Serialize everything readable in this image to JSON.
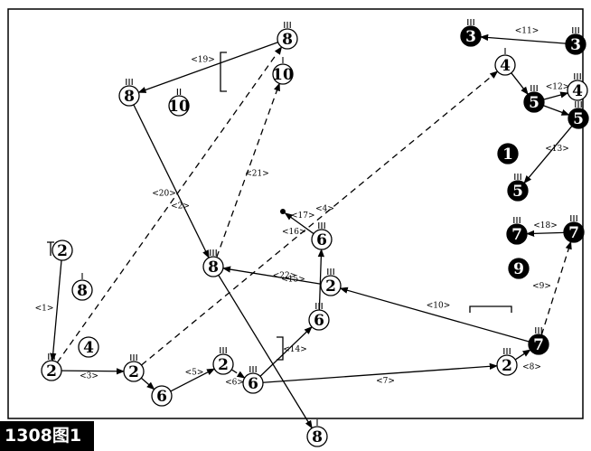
{
  "caption": "1308图1",
  "colors": {
    "ink": "#000000",
    "paper": "#ffffff"
  },
  "nodes": [
    {
      "id": "n8a",
      "label": "8",
      "filled": false,
      "ticks": 3
    },
    {
      "id": "n10a",
      "label": "10",
      "filled": false,
      "ticks": 2
    },
    {
      "id": "n8b",
      "label": "8",
      "filled": false,
      "ticks": 3
    },
    {
      "id": "n10b",
      "label": "10",
      "filled": false,
      "ticks": 1
    },
    {
      "id": "n3a",
      "label": "3",
      "filled": true,
      "ticks": 3
    },
    {
      "id": "n3b",
      "label": "3",
      "filled": true,
      "ticks": 3
    },
    {
      "id": "n4a",
      "label": "4",
      "filled": false,
      "ticks": 1
    },
    {
      "id": "n5a",
      "label": "5",
      "filled": true,
      "ticks": 3
    },
    {
      "id": "n4b",
      "label": "4",
      "filled": false,
      "ticks": 3
    },
    {
      "id": "n5b",
      "label": "5",
      "filled": true,
      "ticks": 3
    },
    {
      "id": "n1",
      "label": "1",
      "filled": true,
      "ticks": 0
    },
    {
      "id": "n5c",
      "label": "5",
      "filled": true,
      "ticks": 3
    },
    {
      "id": "n2a",
      "label": "2",
      "filled": false,
      "ticks": 0
    },
    {
      "id": "n8c",
      "label": "8",
      "filled": false,
      "ticks": 1
    },
    {
      "id": "n8d",
      "label": "8",
      "filled": false,
      "ticks": 3
    },
    {
      "id": "n6a",
      "label": "6",
      "filled": false,
      "ticks": 3
    },
    {
      "id": "n7a",
      "label": "7",
      "filled": true,
      "ticks": 3
    },
    {
      "id": "n7b",
      "label": "7",
      "filled": true,
      "ticks": 3
    },
    {
      "id": "n9",
      "label": "9",
      "filled": true,
      "ticks": 0
    },
    {
      "id": "n2b",
      "label": "2",
      "filled": false,
      "ticks": 3
    },
    {
      "id": "n6b",
      "label": "6",
      "filled": false,
      "ticks": 3
    },
    {
      "id": "n7c",
      "label": "7",
      "filled": true,
      "ticks": 3
    },
    {
      "id": "n2c",
      "label": "2",
      "filled": false,
      "ticks": 3
    },
    {
      "id": "n4c",
      "label": "4",
      "filled": false,
      "ticks": 0
    },
    {
      "id": "n2d",
      "label": "2",
      "filled": false,
      "ticks": 3
    },
    {
      "id": "n6c",
      "label": "6",
      "filled": false,
      "ticks": 0
    },
    {
      "id": "n2e",
      "label": "2",
      "filled": false,
      "ticks": 3
    },
    {
      "id": "n6d",
      "label": "6",
      "filled": false,
      "ticks": 3
    },
    {
      "id": "n2f",
      "label": "2",
      "filled": false,
      "ticks": 3
    },
    {
      "id": "n8e",
      "label": "8",
      "filled": false,
      "ticks": 1
    }
  ],
  "edges": [
    {
      "from": "n8a",
      "to": "n8b",
      "label": "<19>",
      "dashed": false
    },
    {
      "from": "n8b",
      "to": "n8d",
      "label": "<20>",
      "dashed": false
    },
    {
      "from": "n3b",
      "to": "n3a",
      "label": "<11>",
      "dashed": false
    },
    {
      "from": "n4a",
      "to": "n5a",
      "label": "",
      "dashed": false
    },
    {
      "from": "n5a",
      "to": "n4b",
      "label": "<12>",
      "dashed": false
    },
    {
      "from": "n5a",
      "to": "n5b",
      "label": "",
      "dashed": false
    },
    {
      "from": "n5b",
      "to": "n5c",
      "label": "<13>",
      "dashed": false
    },
    {
      "from": "n2a",
      "to": "n2c",
      "label": "<1>",
      "dashed": false
    },
    {
      "from": "n2c",
      "to": "n8a",
      "label": "<2>",
      "dashed": true
    },
    {
      "from": "n8d",
      "to": "n10b",
      "label": "<21>",
      "dashed": true
    },
    {
      "from": "n2d",
      "to": "n4a",
      "label": "<4>",
      "dashed": true
    },
    {
      "from": "n6a",
      "to": "dot",
      "label": "<16>",
      "dashed": false
    },
    {
      "from": "n7b",
      "to": "n7a",
      "label": "<18>",
      "dashed": false
    },
    {
      "from": "n2b",
      "to": "n8d",
      "label": "<22>",
      "dashed": false
    },
    {
      "from": "n6b",
      "to": "n6a",
      "label": "<15>",
      "dashed": false
    },
    {
      "from": "n7c",
      "to": "n2b",
      "label": "<10>",
      "dashed": false
    },
    {
      "from": "n7c",
      "to": "n7b",
      "label": "<9>",
      "dashed": true
    },
    {
      "from": "n2c",
      "to": "n2d",
      "label": "<3>",
      "dashed": false
    },
    {
      "from": "n6c",
      "to": "n2e",
      "label": "<5>",
      "dashed": false
    },
    {
      "from": "n2e",
      "to": "n6d",
      "label": "<6>",
      "dashed": true
    },
    {
      "from": "n6d",
      "to": "n6b",
      "label": "<14>",
      "dashed": false
    },
    {
      "from": "n6d",
      "to": "n2f",
      "label": "<7>",
      "dashed": false
    },
    {
      "from": "n2f",
      "to": "n7c",
      "label": "<8>",
      "dashed": false
    },
    {
      "from": "n8d",
      "to": "n8e",
      "label": "",
      "dashed": false
    },
    {
      "from": "n2d",
      "to": "n6c",
      "label": "",
      "dashed": false
    }
  ],
  "floating_labels": [
    {
      "id": "lbl17",
      "text": "<17>"
    }
  ]
}
